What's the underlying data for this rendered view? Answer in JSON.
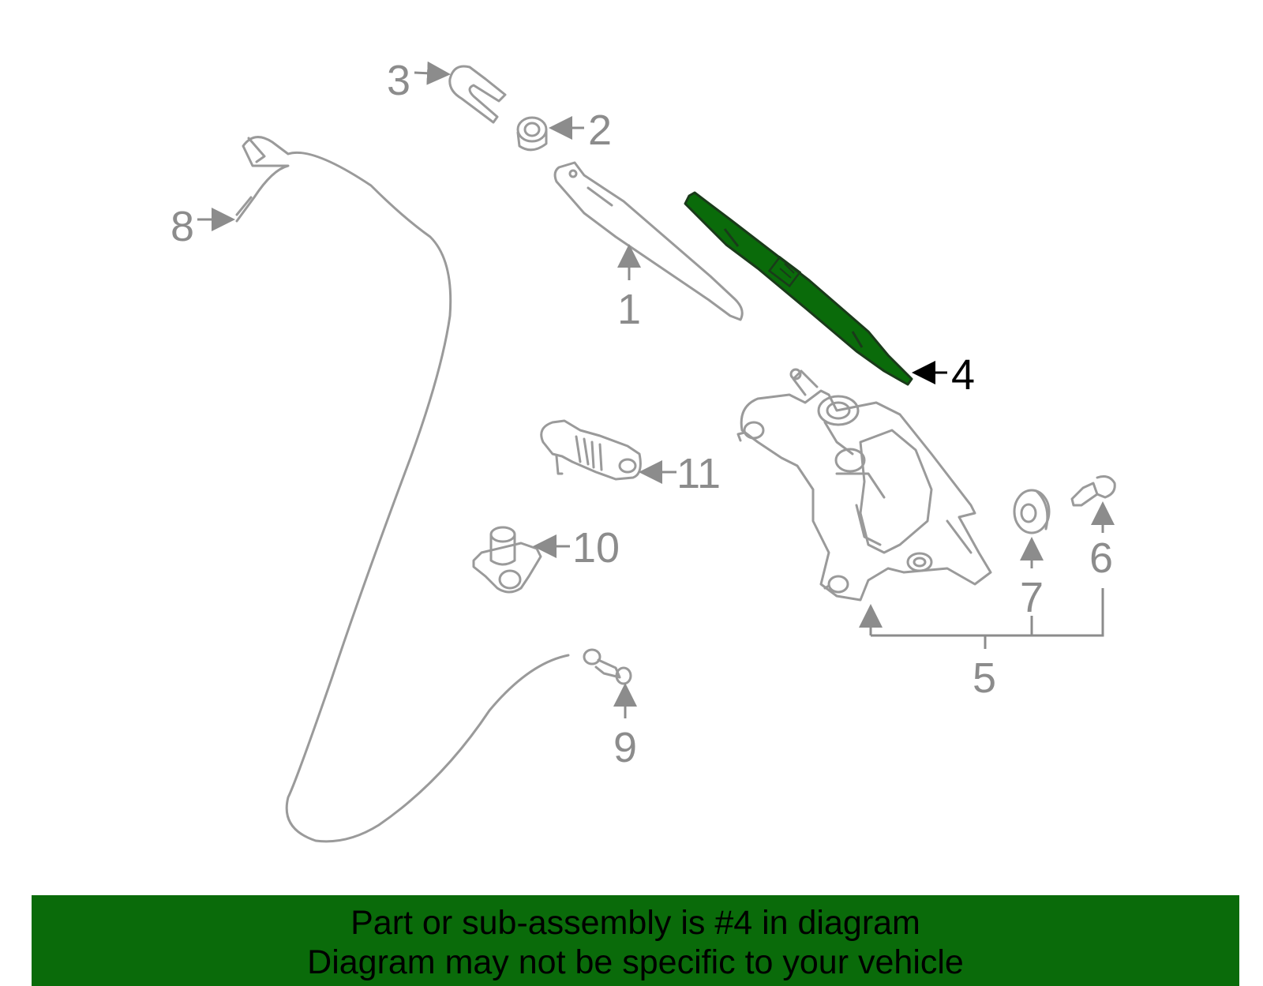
{
  "diagram": {
    "highlight_color": "#0a6b0a",
    "highlighted_part": "4",
    "callouts": [
      "1",
      "2",
      "3",
      "4",
      "5",
      "6",
      "7",
      "8",
      "9",
      "10",
      "11"
    ]
  },
  "banner": {
    "line1": "Part or sub-assembly is #4 in diagram",
    "line2": "Diagram may not be specific to your vehicle",
    "background": "#0a6b0a"
  }
}
